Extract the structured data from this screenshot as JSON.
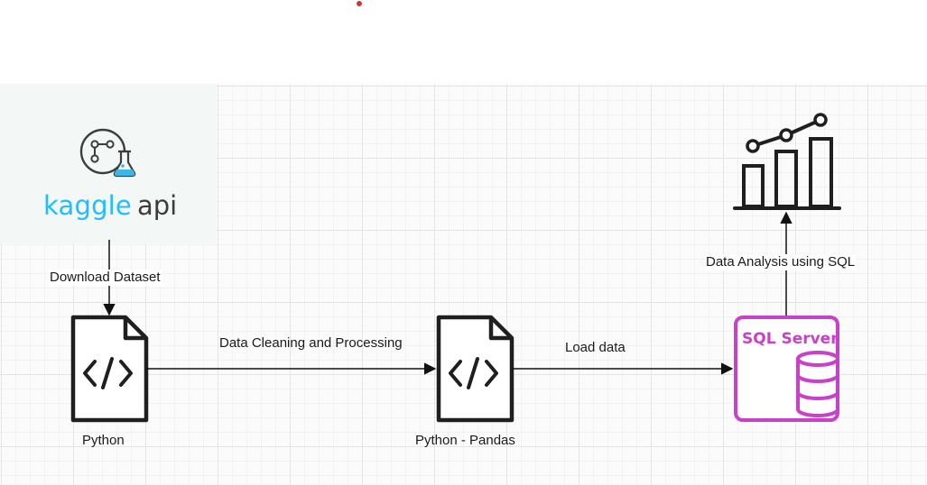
{
  "nodes": {
    "kaggle": {
      "word": "kaggle",
      "suffix": "api"
    },
    "python": {
      "label": "Python"
    },
    "pandas": {
      "label": "Python - Pandas"
    },
    "sql_server": {
      "label": "SQL Server"
    }
  },
  "edges": {
    "download": "Download Dataset",
    "cleaning": "Data Cleaning and Processing",
    "load": "Load data",
    "analysis": "Data Analysis using SQL"
  },
  "colors": {
    "kaggle_blue": "#20beff",
    "sql_magenta": "#c940c9",
    "icon_dark": "#1f1f1f",
    "pointer_red": "#d93030"
  },
  "icons": [
    "kaggle-logo-icon",
    "code-file-icon",
    "code-file-icon",
    "sql-server-database-icon",
    "bar-chart-trend-icon"
  ]
}
